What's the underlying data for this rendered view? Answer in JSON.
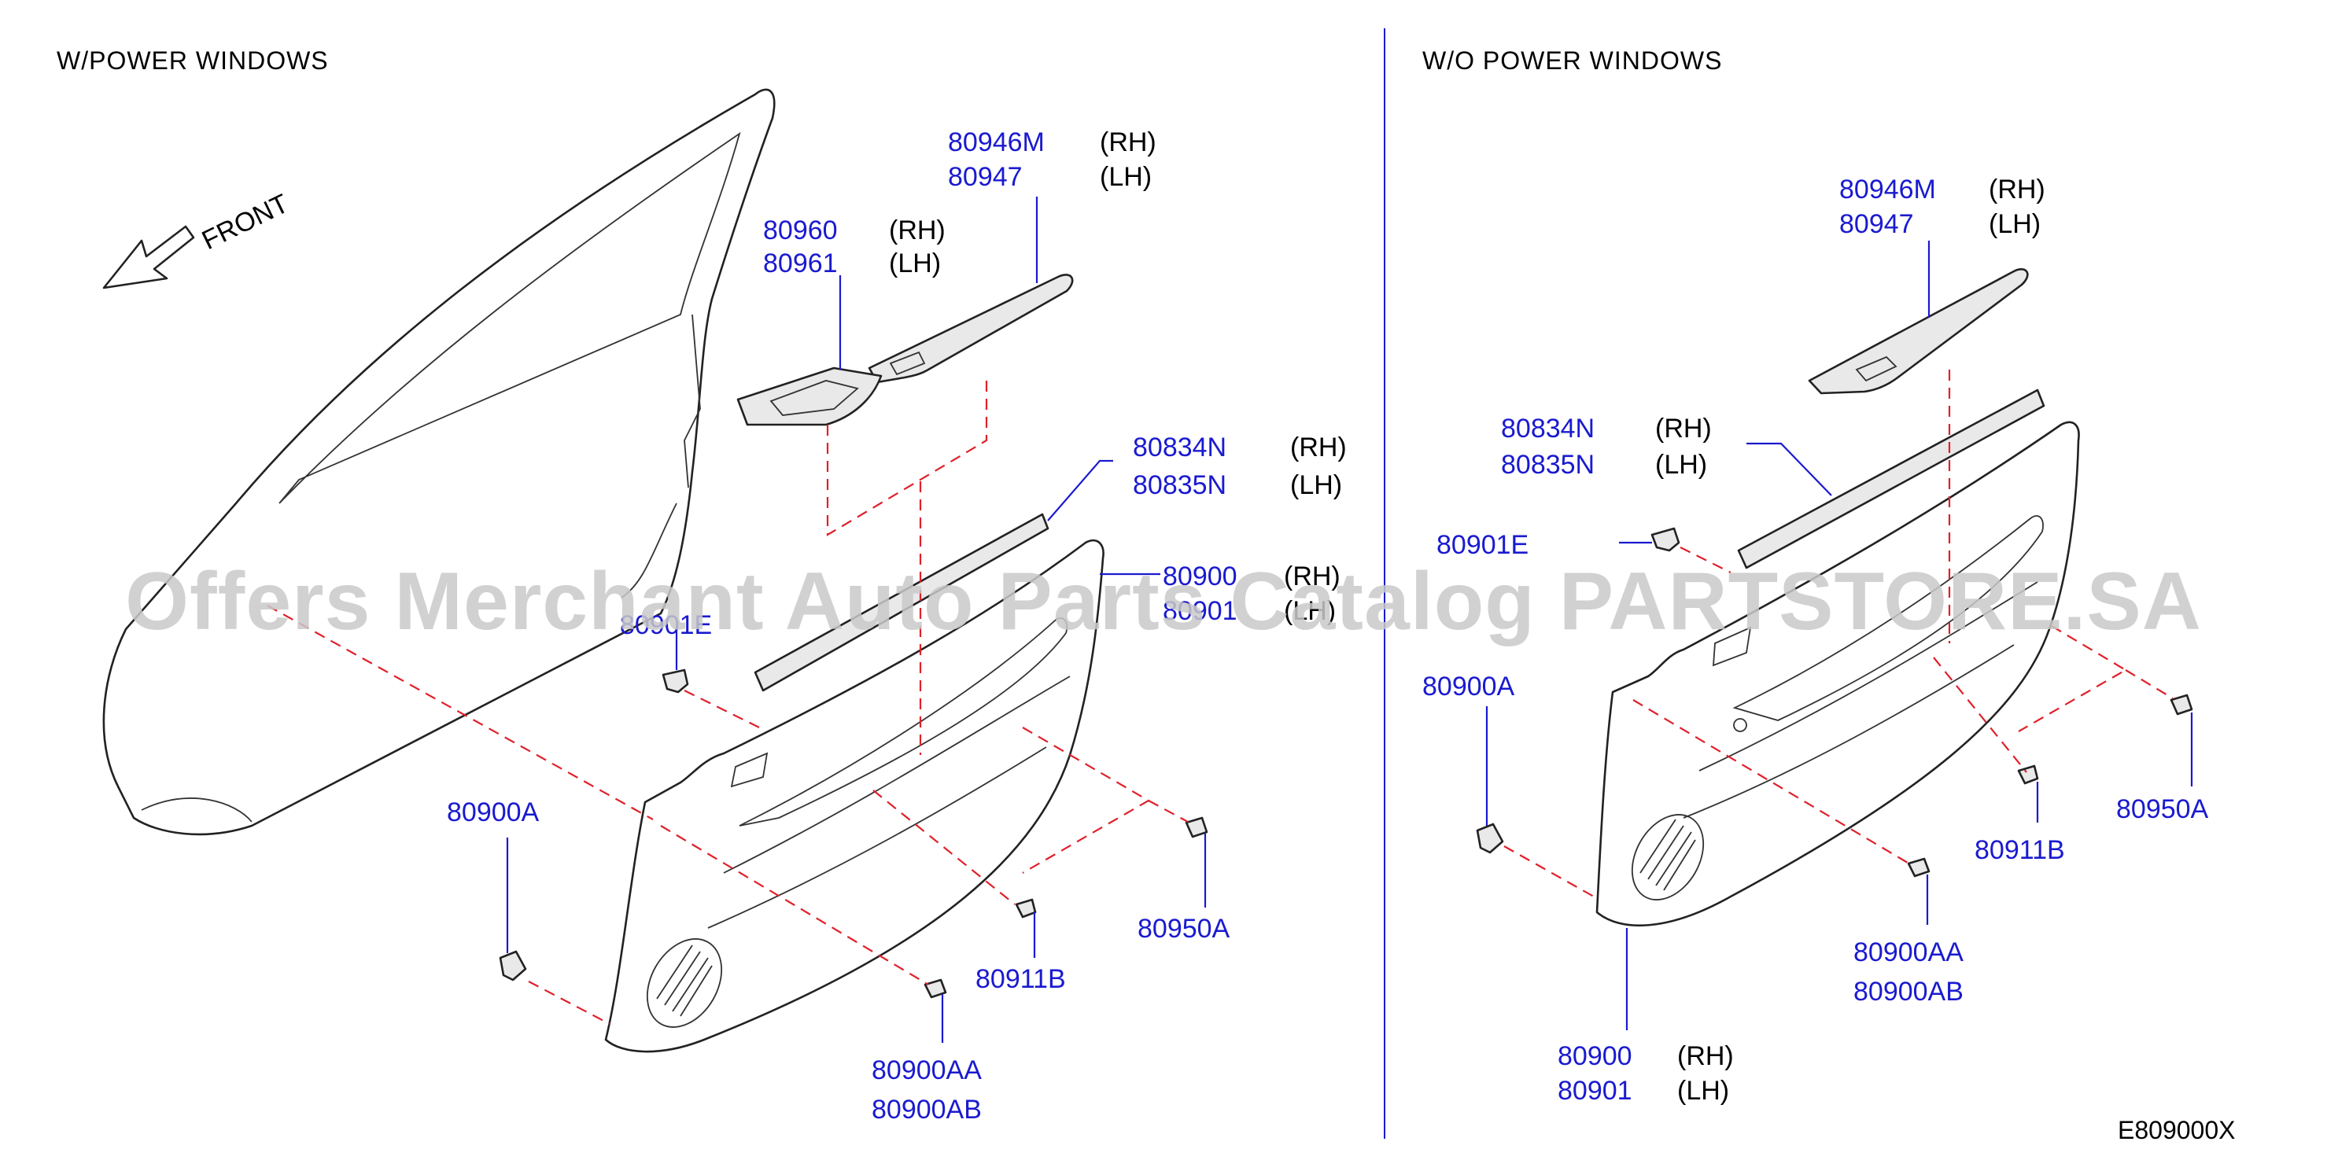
{
  "headers": {
    "left": "W/POWER   WINDOWS",
    "right": "W/O   POWER   WINDOWS"
  },
  "front_label": "FRONT",
  "diagram_code": "E809000X",
  "watermark": "Offers Merchant Auto Parts Catalog PARTSTORE.SA",
  "left_labels": {
    "p80946M": "80946M",
    "p80946M_side": "(RH)",
    "p80947": "80947",
    "p80947_side": "(LH)",
    "p80960": "80960",
    "p80960_side": "(RH)",
    "p80961": "80961",
    "p80961_side": "(LH)",
    "p80834N": "80834N",
    "p80834N_side": "(RH)",
    "p80835N": "80835N",
    "p80835N_side": "(LH)",
    "p80900": "80900",
    "p80900_side": "(RH)",
    "p80901": "80901",
    "p80901_side": "(LH)",
    "p80901E": "80901E",
    "p80900A": "80900A",
    "p80911B": "80911B",
    "p80950A": "80950A",
    "p80900AA": "80900AA",
    "p80900AB": "80900AB"
  },
  "right_labels": {
    "p80946M": "80946M",
    "p80946M_side": "(RH)",
    "p80947": "80947",
    "p80947_side": "(LH)",
    "p80834N": "80834N",
    "p80834N_side": "(RH)",
    "p80835N": "80835N",
    "p80835N_side": "(LH)",
    "p80901E": "80901E",
    "p80900A": "80900A",
    "p80950A": "80950A",
    "p80911B": "80911B",
    "p80900AA": "80900AA",
    "p80900AB": "80900AB",
    "p80900": "80900",
    "p80900_side": "(RH)",
    "p80901": "80901",
    "p80901_side": "(LH)"
  }
}
